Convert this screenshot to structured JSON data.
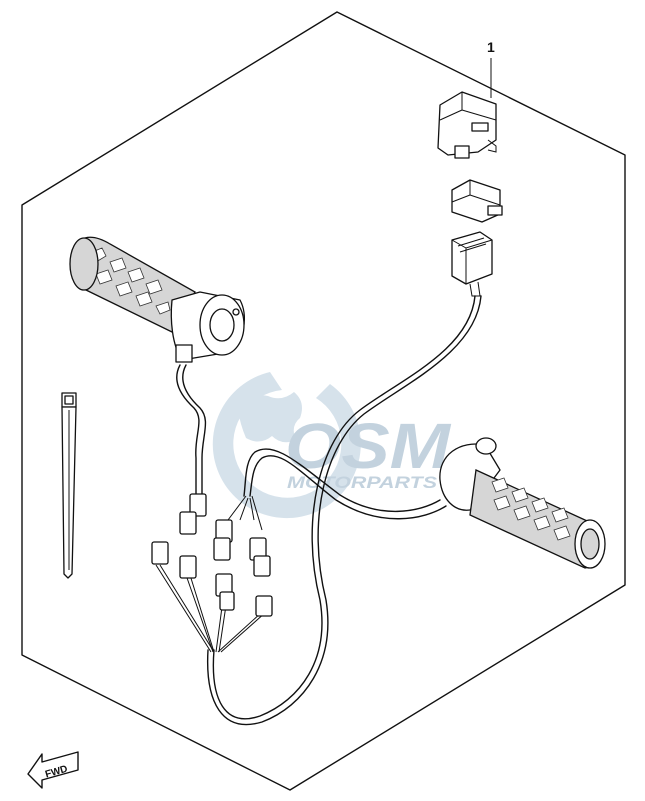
{
  "callout": {
    "number": "1"
  },
  "watermark": {
    "logo_text": "OSM",
    "subtitle": "MOTORPARTS",
    "color": "#b9cbd9"
  },
  "fwd_arrow": {
    "label": "FWD"
  },
  "components": [
    "grip-heater-left",
    "grip-heater-right",
    "switch-unit",
    "switch-cover",
    "main-connector",
    "wire-harness",
    "cable-tie"
  ]
}
